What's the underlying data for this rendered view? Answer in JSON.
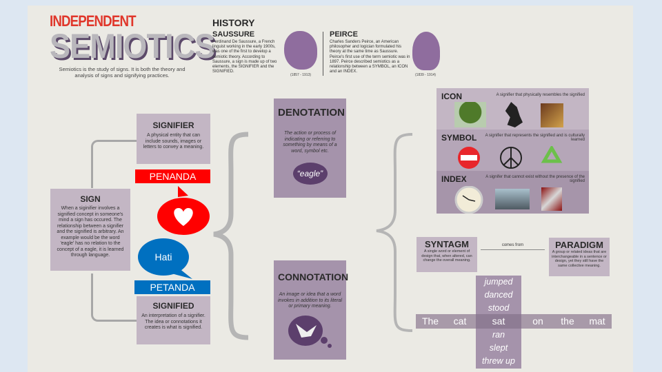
{
  "header": {
    "brand": "INDEPENDENT",
    "title": "SEMIOTICS",
    "subtitle": "Semiotics is the study of signs. It is both the theory and analysis of signs and signifying practices."
  },
  "history": {
    "heading": "HISTORY",
    "saussure": {
      "name": "SAUSSURE",
      "text": "Ferdinand De Saussure, a French linguist working in the early 1900s, was one of the first to develop a semiotic theory. According to Saussure, a sign is made up of two elements, the SIGNIFIER and the SIGNIFIED.",
      "dates": "(1857 - 1913)"
    },
    "peirce": {
      "name": "PEIRCE",
      "text": "Charles Sanders Peirce, an American philosopher and logician formulated his theory at the same time as Saussure. Peirce's first use of the term semiotic was in 1897. Peirce described semiotics as a relationship between a SYMBOL, an ICON and an INDEX.",
      "dates": "(1839 - 1914)"
    }
  },
  "sign": {
    "title": "SIGN",
    "text": "When a siginifier involves a signified concept in someone's mind a sign has occured. The relationship between a signifier and the signified is arbitrary. An example would be the word 'eagle' has no relation to the concept of a eagle, it is learned through language."
  },
  "signifier": {
    "title": "SIGNIFIER",
    "text": "A physical entity that can include sounds, images or letters to convey a meaning."
  },
  "signified": {
    "title": "SIGNIFIED",
    "text": "An interpretation of a signifier. The idea or connotations it creates is what is signified."
  },
  "labels": {
    "penanda": "PENANDA",
    "petanda": "PETANDA",
    "hati": "Hati"
  },
  "denotation": {
    "title": "DENOTATION",
    "text": "The action or process of indicating or referring to something by means of a word, symbol etc.",
    "bubble": "“eagle”"
  },
  "connotation": {
    "title": "CONNOTATION",
    "text": "An image or idea that a word invokes in addition to its literal or primary meaning."
  },
  "types": [
    {
      "title": "ICON",
      "text": "A signifier that physically resembles the signified"
    },
    {
      "title": "SYMBOL",
      "text": "A signifier that represents the signified and is culturally learned"
    },
    {
      "title": "INDEX",
      "text": "A signifer that cannot exist without the presence of the signified"
    }
  ],
  "syntagm": {
    "title": "SYNTAGM",
    "text": "A single word or element of design that, when altered, can change the overall meaning."
  },
  "paradigm": {
    "title": "PARADIGM",
    "text": "A group or related ideas that are interchangeable in a sentence or design, yet they still have the same collective meaning."
  },
  "comes_from": "comes from",
  "paradigm_words": [
    "jumped",
    "danced",
    "stood",
    "sat",
    "ran",
    "slept",
    "threw up"
  ],
  "sentence": [
    "The",
    "cat",
    "sat",
    "on",
    "the",
    "mat"
  ],
  "colors": {
    "red": "#ff0000",
    "blue": "#0070c0",
    "purple": "#5c3f6c",
    "box": "#c3b6c4"
  }
}
